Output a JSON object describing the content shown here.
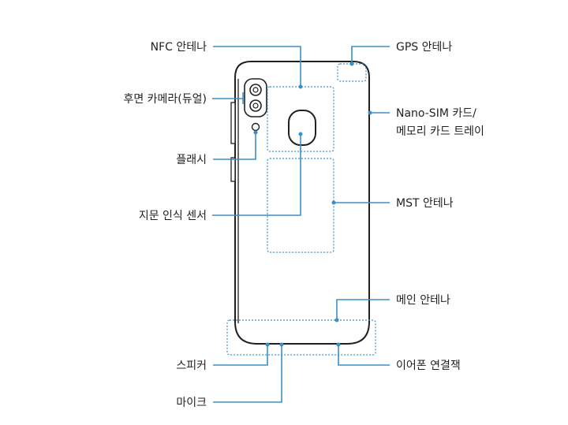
{
  "labels": {
    "nfc": "NFC 안테나",
    "gps": "GPS 안테나",
    "rear_camera": "후면 카메라(듀얼)",
    "sim_line1": "Nano-SIM 카드/",
    "sim_line2": "메모리 카드 트레이",
    "flash": "플래시",
    "mst": "MST 안테나",
    "fingerprint": "지문 인식 센서",
    "main_antenna": "메인 안테나",
    "speaker": "스피커",
    "earphone": "이어폰 연결잭",
    "mic": "마이크"
  },
  "colors": {
    "accent": "#3a8fc8",
    "outline": "#231f20"
  }
}
